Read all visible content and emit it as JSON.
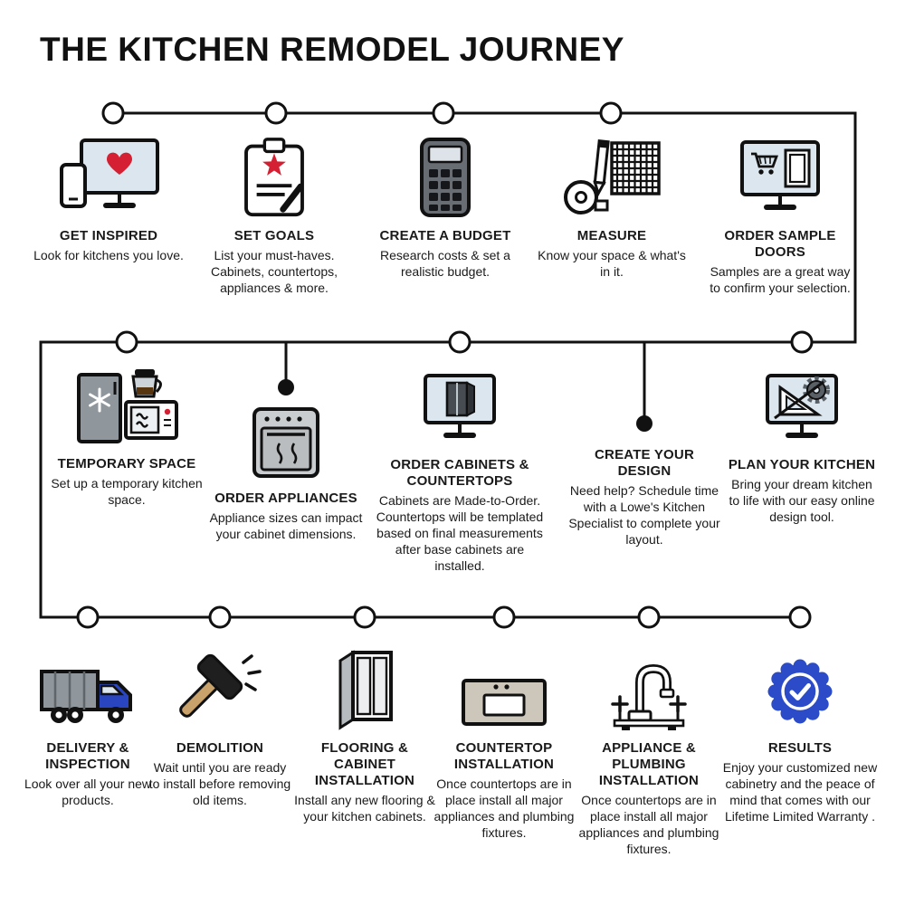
{
  "title": "THE KITCHEN REMODEL JOURNEY",
  "colors": {
    "accent_red": "#d42032",
    "badge_blue": "#2b4bc8",
    "screen_blue": "#dbe6ee",
    "line_black": "#111111"
  },
  "rows": [
    {
      "name": "plan",
      "steps": [
        {
          "icon": "monitor-heart-icon",
          "heading": "GET INSPIRED",
          "description": "Look for kitchens you love."
        },
        {
          "icon": "clipboard-star-icon",
          "heading": "SET GOALS",
          "description": "List your must-haves. Cabinets, countertops, appliances & more."
        },
        {
          "icon": "calculator-icon",
          "heading": "CREATE A BUDGET",
          "description": "Research costs & set a realistic budget."
        },
        {
          "icon": "tape-measure-grid-icon",
          "heading": "MEASURE",
          "description": "Know your space & what's in it."
        },
        {
          "icon": "monitor-cart-door-icon",
          "heading": "ORDER SAMPLE DOORS",
          "description": "Samples are a great way to confirm your selection."
        }
      ]
    },
    {
      "name": "design-order",
      "steps": [
        {
          "icon": "fridge-microwave-icon",
          "heading": "TEMPORARY SPACE",
          "description": "Set up a temporary kitchen space."
        },
        {
          "icon": "oven-icon",
          "heading": "ORDER APPLIANCES",
          "description": "Appliance sizes can impact your cabinet dimensions."
        },
        {
          "icon": "monitor-cabinet-icon",
          "heading": "ORDER CABINETS & COUNTERTOPS",
          "description": "Cabinets are Made-to-Order. Countertops will be templated based on final measurements after base cabinets are installed."
        },
        {
          "icon": null,
          "heading": "CREATE YOUR DESIGN",
          "description": "Need help? Schedule time with a Lowe's Kitchen Specialist to complete your layout."
        },
        {
          "icon": "monitor-ruler-gear-icon",
          "heading": "PLAN YOUR KITCHEN",
          "description": "Bring your dream kitchen to life with our easy online design tool."
        }
      ]
    },
    {
      "name": "install",
      "steps": [
        {
          "icon": "delivery-truck-icon",
          "heading": "DELIVERY & INSPECTION",
          "description": "Look over all your new products."
        },
        {
          "icon": "sledgehammer-icon",
          "heading": "DEMOLITION",
          "description": "Wait until you are ready to install before removing old items."
        },
        {
          "icon": "cabinet-icon",
          "heading": "FLOORING & CABINET INSTALLATION",
          "description": "Install any new flooring & your kitchen cabinets."
        },
        {
          "icon": "countertop-sink-icon",
          "heading": "COUNTERTOP INSTALLATION",
          "description": "Once countertops are in place install all major appliances and plumbing fixtures."
        },
        {
          "icon": "faucet-icon",
          "heading": "APPLIANCE & PLUMBING INSTALLATION",
          "description": "Once countertops are in place install all major appliances and plumbing fixtures."
        },
        {
          "icon": "award-badge-check-icon",
          "heading": "RESULTS",
          "description": "Enjoy your customized new cabinetry and the peace of mind that comes with our Lifetime Limited Warranty ."
        }
      ]
    }
  ]
}
